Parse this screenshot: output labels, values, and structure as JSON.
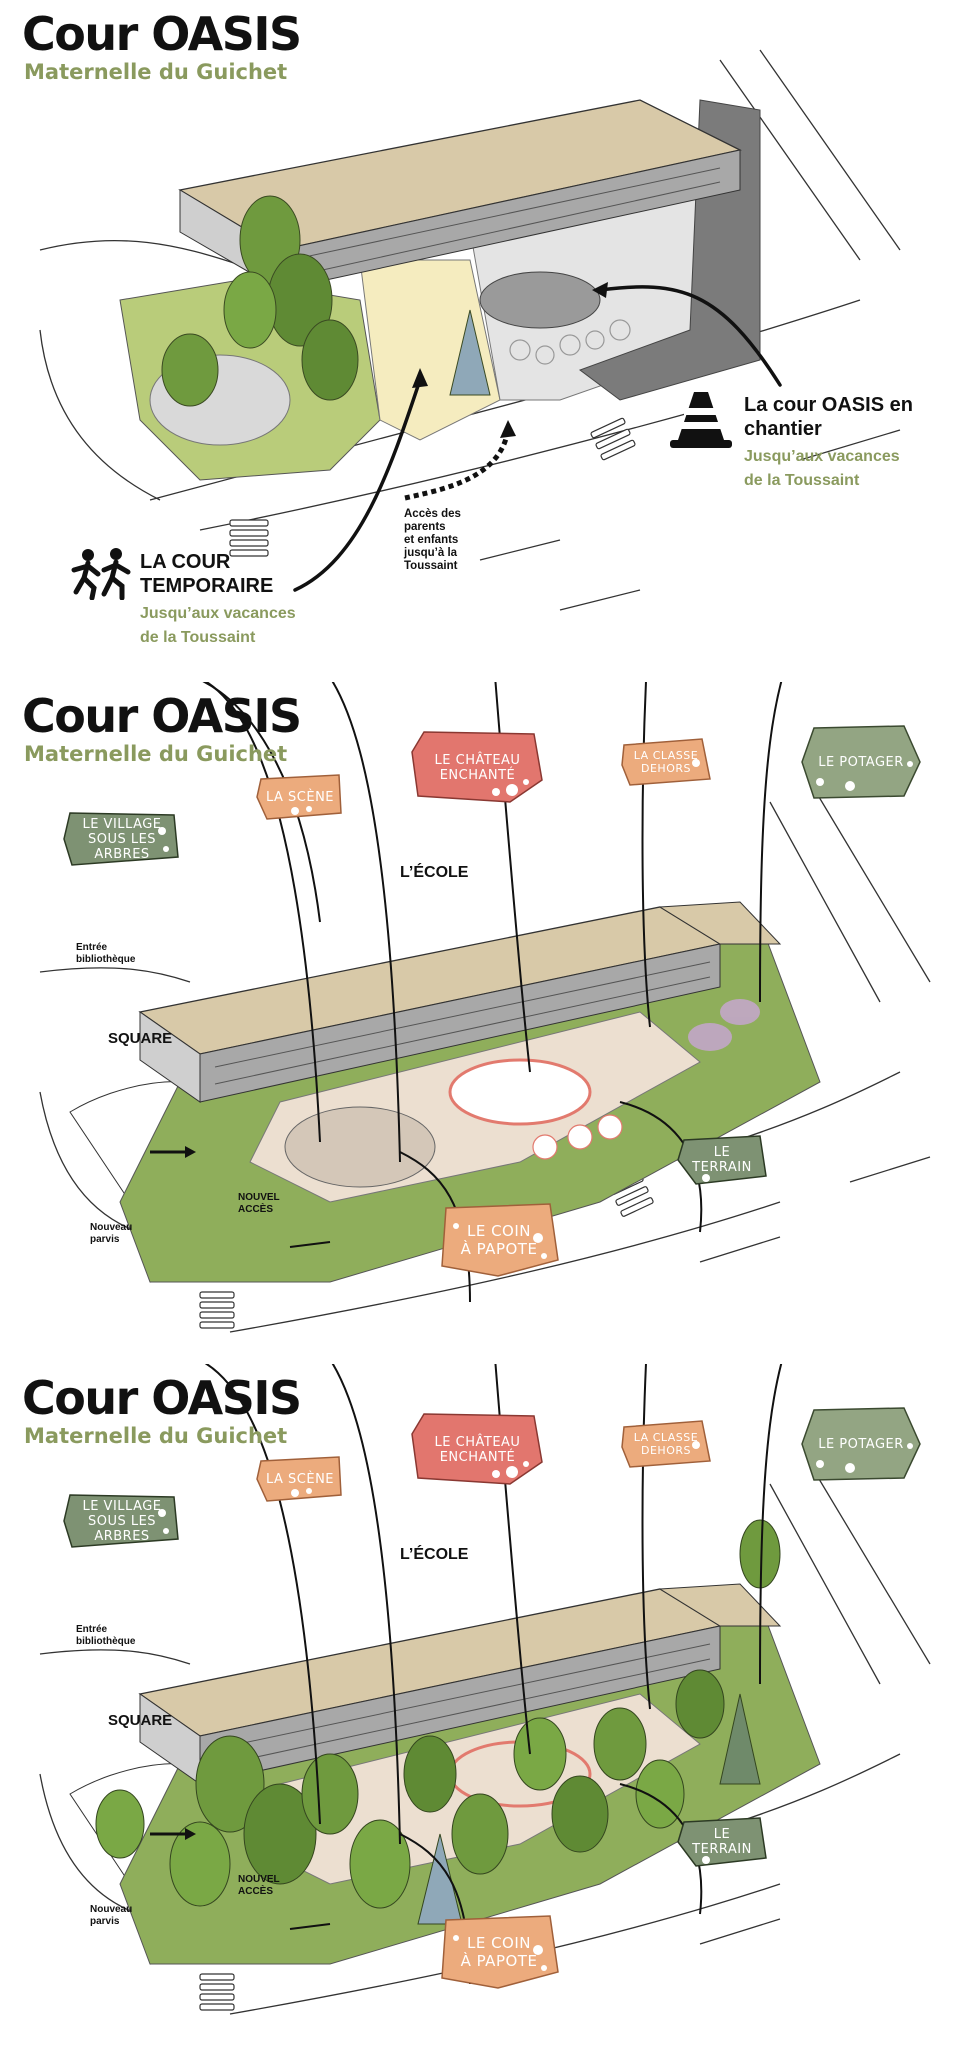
{
  "colors": {
    "olive": "#8a9a5e",
    "sage": "#7e9273",
    "salmon": "#e2766e",
    "peach": "#ecab7d",
    "roof": "#d8c9a8",
    "grass": "#8fae5b"
  },
  "panels": [
    {
      "title": "Cour OASIS",
      "subtitle": "Maternelle du Guichet",
      "chantier": {
        "line1": "La cour OASIS en",
        "line2": "chantier",
        "sub1": "Jusqu’aux vacances",
        "sub2": "de la Toussaint",
        "icon": "traffic-cone-icon"
      },
      "acces": [
        "Accès des",
        "parents",
        "et enfants",
        "jusqu’à la",
        "Toussaint"
      ],
      "temporaire": {
        "line1": "LA COUR",
        "line2": "TEMPORAIRE",
        "sub1": "Jusqu’aux vacances",
        "sub2": "de la Toussaint",
        "icon": "running-children-icon"
      }
    },
    {
      "title": "Cour OASIS",
      "subtitle": "Maternelle du Guichet",
      "ecole": "L’ÉCOLE",
      "square": "SQUARE",
      "entree": [
        "Entrée",
        "bibliothèque"
      ],
      "nouvel_acces": [
        "NOUVEL",
        "ACCÈS"
      ],
      "parvis": [
        "Nouveau",
        "parvis"
      ],
      "labels": {
        "village": [
          "LE VILLAGE",
          "SOUS LES ARBRES"
        ],
        "scene": [
          "LA SCÈNE"
        ],
        "chateau": [
          "LE CHÂTEAU",
          "ENCHANTÉ"
        ],
        "classe": [
          "LA CLASSE",
          "DEHORS"
        ],
        "potager": [
          "LE POTAGER"
        ],
        "terrain": [
          "LE TERRAIN"
        ],
        "coin": [
          "LE COIN",
          "À PAPOTE"
        ]
      }
    },
    {
      "title": "Cour OASIS",
      "subtitle": "Maternelle du Guichet",
      "ecole": "L’ÉCOLE",
      "square": "SQUARE",
      "entree": [
        "Entrée",
        "bibliothèque"
      ],
      "nouvel_acces": [
        "NOUVEL",
        "ACCÈS"
      ],
      "parvis": [
        "Nouveau",
        "parvis"
      ],
      "labels": {
        "village": [
          "LE VILLAGE",
          "SOUS LES ARBRES"
        ],
        "scene": [
          "LA SCÈNE"
        ],
        "chateau": [
          "LE CHÂTEAU",
          "ENCHANTÉ"
        ],
        "classe": [
          "LA CLASSE",
          "DEHORS"
        ],
        "potager": [
          "LE POTAGER"
        ],
        "terrain": [
          "LE TERRAIN"
        ],
        "coin": [
          "LE COIN",
          "À PAPOTE"
        ]
      }
    }
  ]
}
